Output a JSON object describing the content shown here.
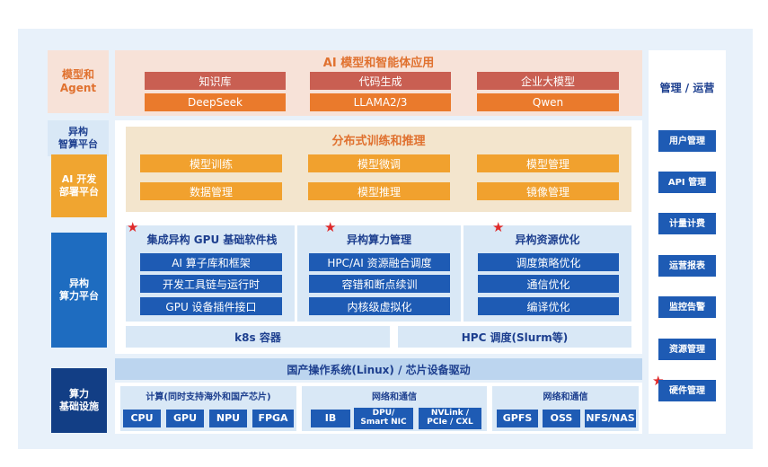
{
  "left": {
    "agent": "模型和\nAgent",
    "hetero_smart": "异构\n智算平台",
    "ai_dev": "AI 开发\n部署平台",
    "hetero_compute": "异构\n算力平台",
    "infra": "算力\n基础设施"
  },
  "apps": {
    "title": "AI 模型和智能体应用",
    "row1": [
      "知识库",
      "代码生成",
      "企业大模型"
    ],
    "row2": [
      "DeepSeek",
      "LLAMA2/3",
      "Qwen"
    ]
  },
  "training": {
    "title": "分布式训练和推理",
    "row1": [
      "模型训练",
      "模型微调",
      "模型管理"
    ],
    "row2": [
      "数据管理",
      "模型推理",
      "镜像管理"
    ]
  },
  "stack": {
    "star": "★",
    "col1": {
      "title": "集成异构 GPU 基础软件栈",
      "items": [
        "AI 算子库和框架",
        "开发工具链与运行时",
        "GPU 设备插件接口"
      ]
    },
    "col2": {
      "title": "异构算力管理",
      "items": [
        "HPC/AI 资源融合调度",
        "容错和断点续训",
        "内核级虚拟化"
      ]
    },
    "col3": {
      "title": "异构资源优化",
      "items": [
        "调度策略优化",
        "通信优化",
        "编译优化"
      ]
    }
  },
  "scheduling": {
    "k8s": "k8s 容器",
    "hpc": "HPC 调度(Slurm等)"
  },
  "os_bar": "国产操作系统(Linux) / 芯片设备驱动",
  "infra": {
    "compute": {
      "title": "计算(同时支持海外和国产芯片)",
      "items": [
        "CPU",
        "GPU",
        "NPU",
        "FPGA"
      ]
    },
    "network": {
      "title": "网络和通信",
      "items": [
        "IB",
        "DPU/\nSmart NIC",
        "NVLink /\nPCIe / CXL"
      ]
    },
    "storage": {
      "title": "网络和通信",
      "items": [
        "GPFS",
        "OSS",
        "NFS/NAS"
      ]
    }
  },
  "right": {
    "title": "管理 / 运营",
    "items": [
      "用户管理",
      "API 管理",
      "计量计费",
      "运营报表",
      "监控告警",
      "资源管理",
      "硬件管理"
    ]
  },
  "colors": {
    "orange": "#e0712f",
    "navy": "#1d3f8f",
    "blue": "#1e5bb4",
    "peach": "#f7e2d8",
    "panel": "#d9e8f6"
  }
}
